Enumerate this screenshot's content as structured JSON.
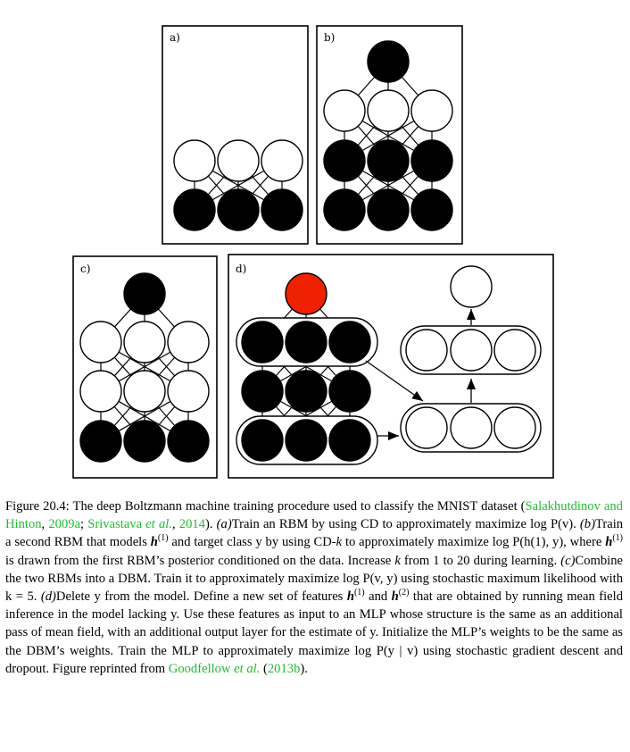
{
  "panels": [
    {
      "id": "a",
      "label": "a)"
    },
    {
      "id": "b",
      "label": "b)"
    },
    {
      "id": "c",
      "label": "c)"
    },
    {
      "id": "d",
      "label": "d)"
    }
  ],
  "colors": {
    "visible_unit": "#000000",
    "hidden_unit": "#ffffff",
    "label_unit": "#ee2200",
    "stroke": "#000000",
    "reference_link": "#22bb33"
  },
  "caption": {
    "figure_number": "Figure 20.4:",
    "intro": "The deep Boltzmann machine training procedure used to classify the MNIST dataset (",
    "ref1": "Salakhutdinov and Hinton",
    "ref1_year": "2009a",
    "sep": "; ",
    "ref2_author": "Srivastava",
    "ref2_etal": "et al.",
    "ref2_year": "2014",
    "after_refs": "). ",
    "step_a_tag": "(a)",
    "step_a": "Train an RBM by using CD to approximately maximize log P(v). ",
    "step_b_tag": "(b)",
    "step_b1": "Train a second RBM that models ",
    "h1": "h",
    "sup1": "(1)",
    "step_b2": " and target class y by using CD-",
    "k": "k",
    "step_b3": " to approximately maximize log P(h(1), y), where ",
    "step_b4": " is drawn from the first RBM’s posterior conditioned on the data. Increase ",
    "step_b5": " from 1 to 20 during learning. ",
    "step_c_tag": "(c)",
    "step_c": "Combine the two RBMs into a DBM. Train it to approximately maximize log P(v, y) using stochastic maximum likelihood with k = 5. ",
    "step_d_tag": "(d)",
    "step_d1": "Delete y from the model. Define a new set of features ",
    "and_word": " and ",
    "sup2": "(2)",
    "step_d2": " that are obtained by running mean field inference in the model lacking y. Use these features as input to an MLP whose structure is the same as an additional pass of mean field, with an additional output layer for the estimate of y. Initialize the MLP’s weights to be the same as the DBM’s weights. Train the MLP to approximately maximize log P(y | v) using stochastic gradient descent and dropout. Figure reprinted from ",
    "ref3_author": "Goodfellow",
    "ref3_etal": "et al.",
    "ref3_year": "2013b",
    "end": ")."
  }
}
